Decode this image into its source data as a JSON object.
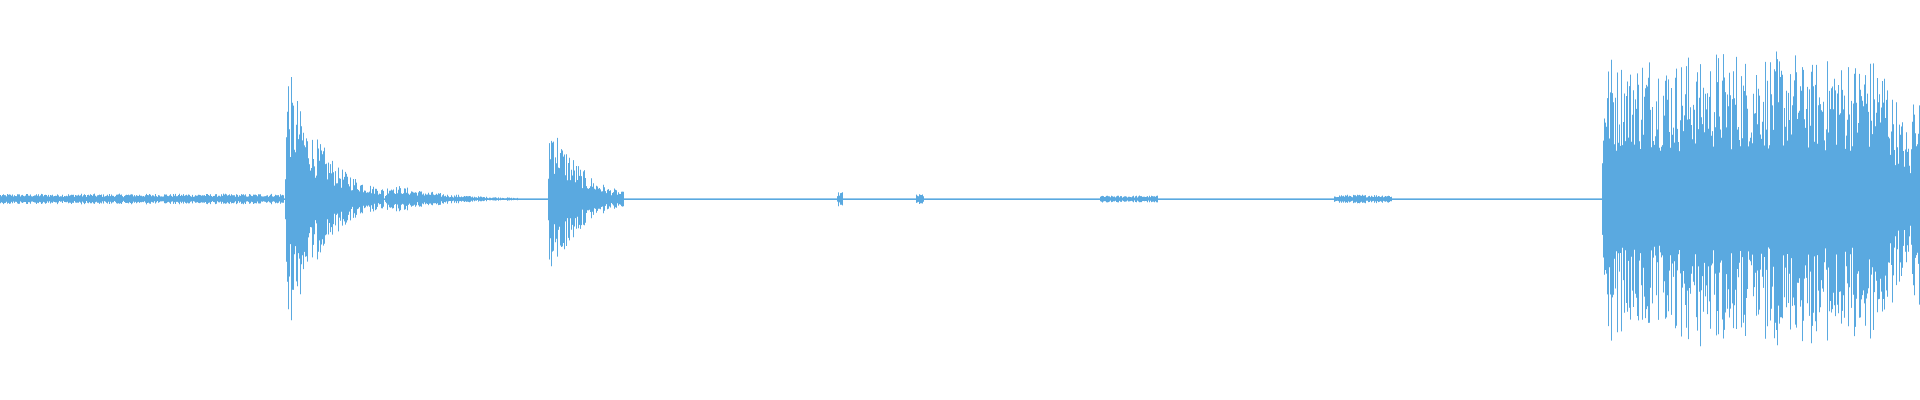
{
  "waveform": {
    "color": "#5aa9e0",
    "background": "#ffffff",
    "baseline_amplitude": 0.003,
    "segments": [
      {
        "name": "lead-in-noise",
        "start": 0.0,
        "end": 0.148,
        "peak": 0.03,
        "shape": "flat"
      },
      {
        "name": "burst-1",
        "start": 0.148,
        "end": 0.2,
        "peak": 0.8,
        "shape": "decay"
      },
      {
        "name": "burst-1-tail",
        "start": 0.2,
        "end": 0.27,
        "peak": 0.1,
        "shape": "decay"
      },
      {
        "name": "burst-2",
        "start": 0.285,
        "end": 0.325,
        "peak": 0.55,
        "shape": "decay"
      },
      {
        "name": "mid-noise-1",
        "start": 0.436,
        "end": 0.439,
        "peak": 0.04,
        "shape": "flat"
      },
      {
        "name": "mid-noise-2",
        "start": 0.477,
        "end": 0.481,
        "peak": 0.03,
        "shape": "flat"
      },
      {
        "name": "mid-noise-3",
        "start": 0.573,
        "end": 0.603,
        "peak": 0.02,
        "shape": "flat"
      },
      {
        "name": "mid-noise-4",
        "start": 0.695,
        "end": 0.725,
        "peak": 0.025,
        "shape": "flat"
      },
      {
        "name": "burst-3",
        "start": 0.834,
        "end": 0.996,
        "peak": 0.82,
        "shape": "sustain"
      },
      {
        "name": "burst-4",
        "start": 0.996,
        "end": 1.0,
        "peak": 0.66,
        "shape": "flat"
      }
    ]
  }
}
